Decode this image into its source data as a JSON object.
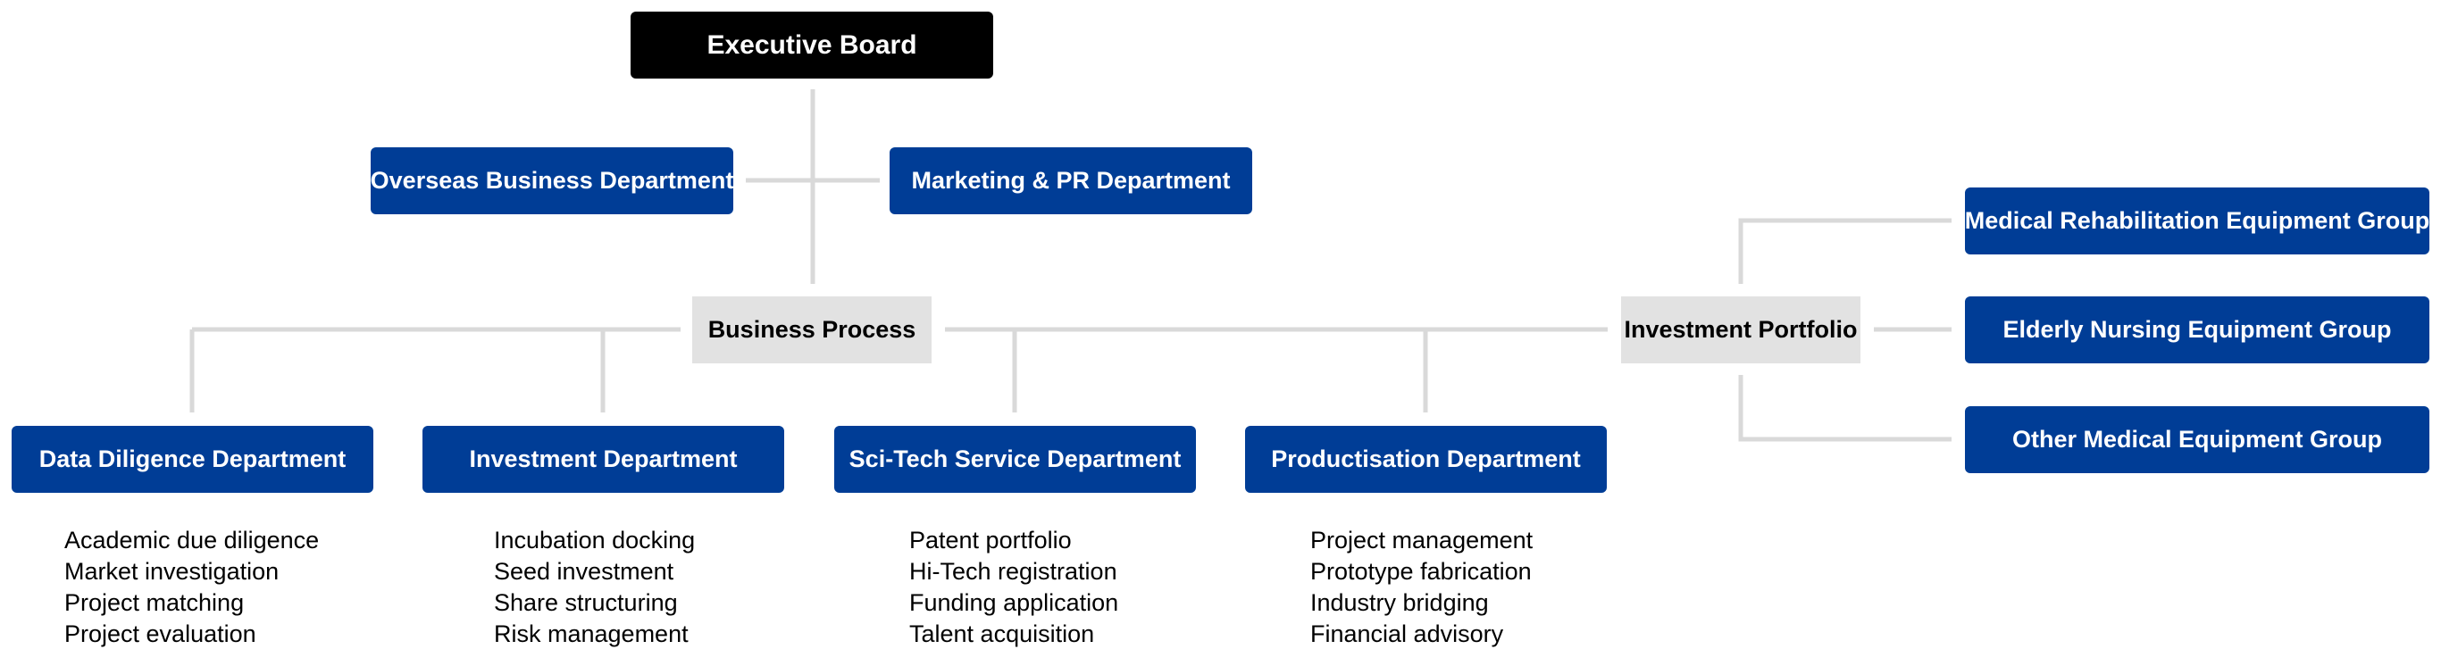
{
  "diagram": {
    "top": {
      "label": "Executive Board"
    },
    "staff": [
      {
        "label": "Overseas Business Department"
      },
      {
        "label": "Marketing & PR Department"
      }
    ],
    "business_process": {
      "label": "Business Process",
      "departments": [
        {
          "label": "Data Diligence Department",
          "items": [
            "Academic due diligence",
            "Market investigation",
            "Project matching",
            "Project evaluation"
          ]
        },
        {
          "label": "Investment Department",
          "items": [
            "Incubation docking",
            "Seed investment",
            "Share structuring",
            "Risk management"
          ]
        },
        {
          "label": "Sci-Tech Service Department",
          "items": [
            "Patent portfolio",
            "Hi-Tech registration",
            "Funding application",
            "Talent acquisition"
          ]
        },
        {
          "label": "Productisation Department",
          "items": [
            "Project management",
            "Prototype fabrication",
            "Industry bridging",
            "Financial advisory"
          ]
        }
      ]
    },
    "investment_portfolio": {
      "label": "Investment Portfolio",
      "groups": [
        {
          "label": "Medical Rehabilitation Equipment Group"
        },
        {
          "label": "Elderly Nursing Equipment Group"
        },
        {
          "label": "Other Medical Equipment Group"
        }
      ]
    }
  },
  "colors": {
    "top_box": "#000000",
    "dept_box": "#003d96",
    "hub_box": "#e2e2e2",
    "connector": "#d9d9d9"
  }
}
